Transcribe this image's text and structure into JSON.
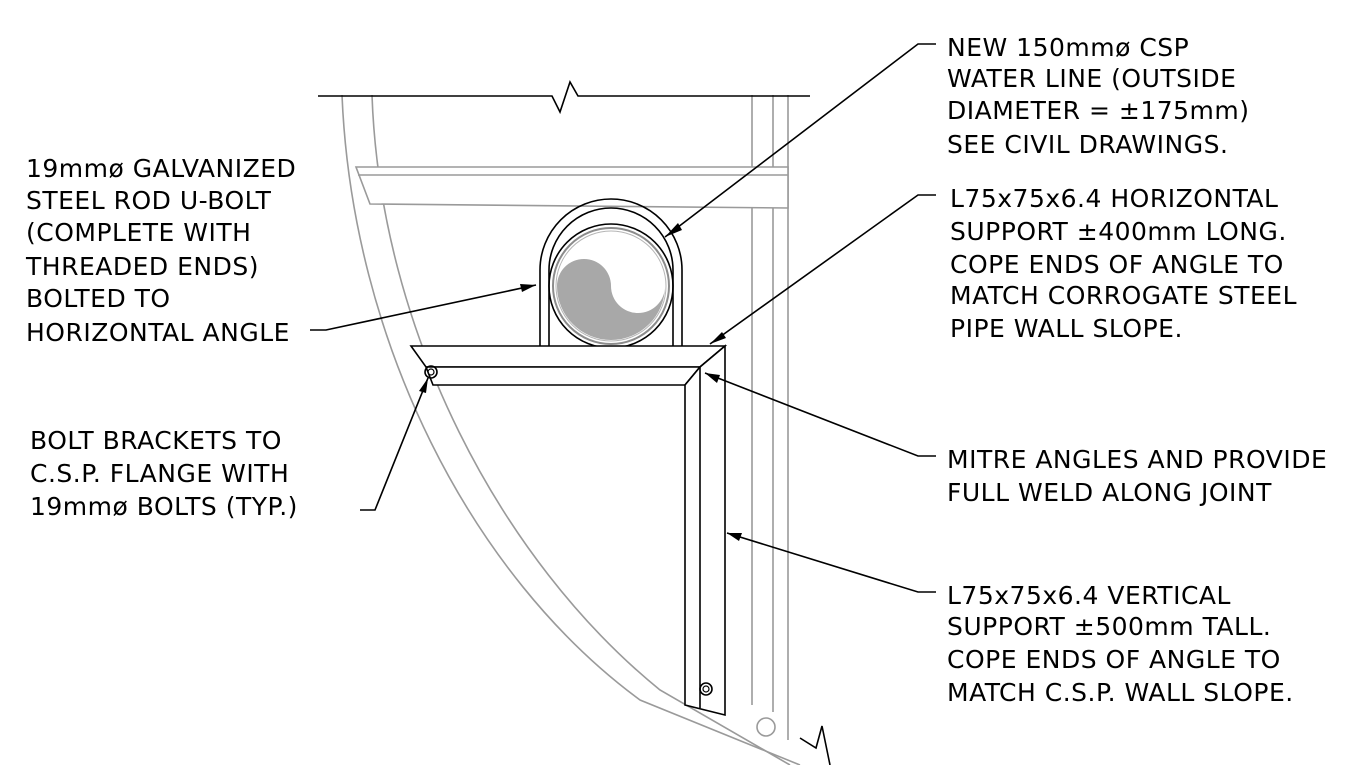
{
  "notes": {
    "water_line": [
      "NEW 150mmø CSP",
      "WATER LINE (OUTSIDE",
      "DIAMETER = ±175mm)",
      "SEE CIVIL DRAWINGS."
    ],
    "horizontal_support": [
      "L75x75x6.4 HORIZONTAL",
      "SUPPORT ±400mm LONG.",
      "COPE ENDS OF ANGLE TO",
      "MATCH CORROGATE STEEL",
      "PIPE WALL SLOPE."
    ],
    "u_bolt": [
      "19mmø GALVANIZED",
      "STEEL ROD U-BOLT",
      "(COMPLETE WITH",
      "THREADED ENDS)",
      "BOLTED TO",
      "HORIZONTAL ANGLE"
    ],
    "bolt_brackets": [
      "BOLT BRACKETS TO",
      "C.S.P. FLANGE WITH",
      "19mmø BOLTS (TYP.)"
    ],
    "mitre": [
      "MITRE ANGLES AND PROVIDE",
      "FULL WELD ALONG JOINT"
    ],
    "vertical_support": [
      "L75x75x6.4 VERTICAL",
      "SUPPORT ±500mm TALL.",
      "COPE ENDS OF ANGLE TO",
      "MATCH C.S.P. WALL SLOPE."
    ]
  }
}
